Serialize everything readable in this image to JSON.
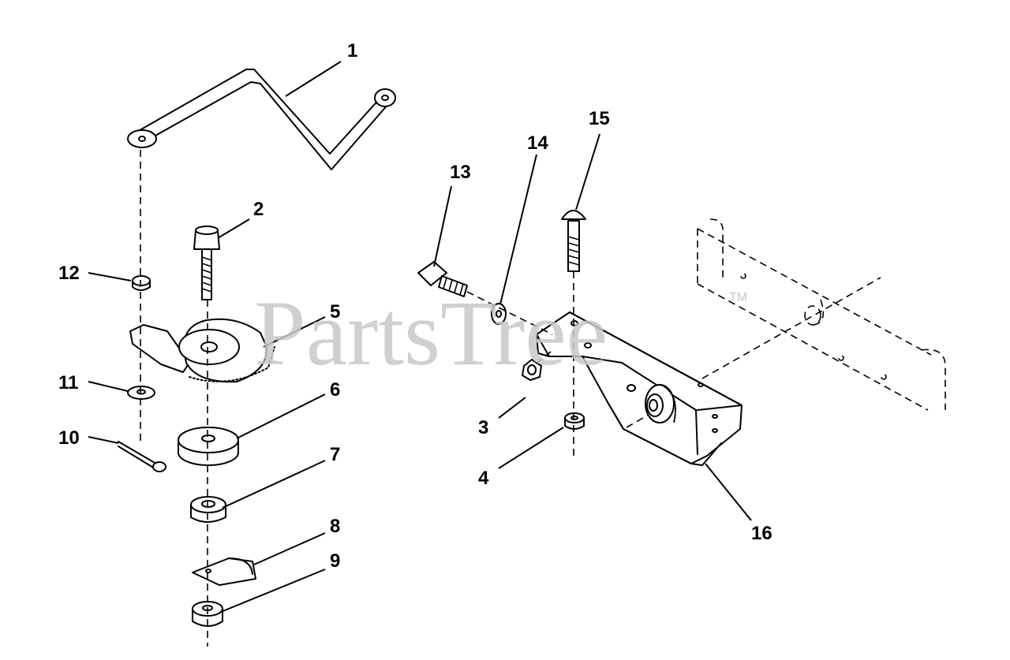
{
  "watermark": {
    "text": "PartsTree",
    "tm": "TM"
  },
  "callouts": [
    {
      "number": "1"
    },
    {
      "number": "2"
    },
    {
      "number": "3"
    },
    {
      "number": "4"
    },
    {
      "number": "5"
    },
    {
      "number": "6"
    },
    {
      "number": "7"
    },
    {
      "number": "8"
    },
    {
      "number": "9"
    },
    {
      "number": "10"
    },
    {
      "number": "11"
    },
    {
      "number": "12"
    },
    {
      "number": "13"
    },
    {
      "number": "14"
    },
    {
      "number": "15"
    },
    {
      "number": "16"
    }
  ]
}
